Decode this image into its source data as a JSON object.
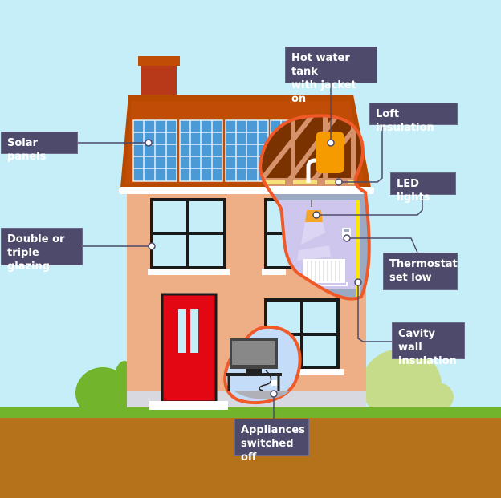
{
  "labels": {
    "hot_water_tank": "Hot water tank\nwith jacket on",
    "loft_insulation": "Loft insulation",
    "led_lights": "LED lights",
    "thermostat": "Thermostat\nset low",
    "cavity_wall": "Cavity wall\ninsulation",
    "solar_panels": "Solar panels",
    "glazing": "Double or\ntriple glazing",
    "appliances": "Appliances\nswitched off"
  },
  "colors": {
    "sky": "#c5eef8",
    "label_bg": "#4d4a6b",
    "highlight": "#f05a28",
    "wall": "#eeaf86",
    "roof": "#c14c05",
    "door": "#e30613",
    "grass": "#72b42c",
    "soil": "#b5721a"
  }
}
